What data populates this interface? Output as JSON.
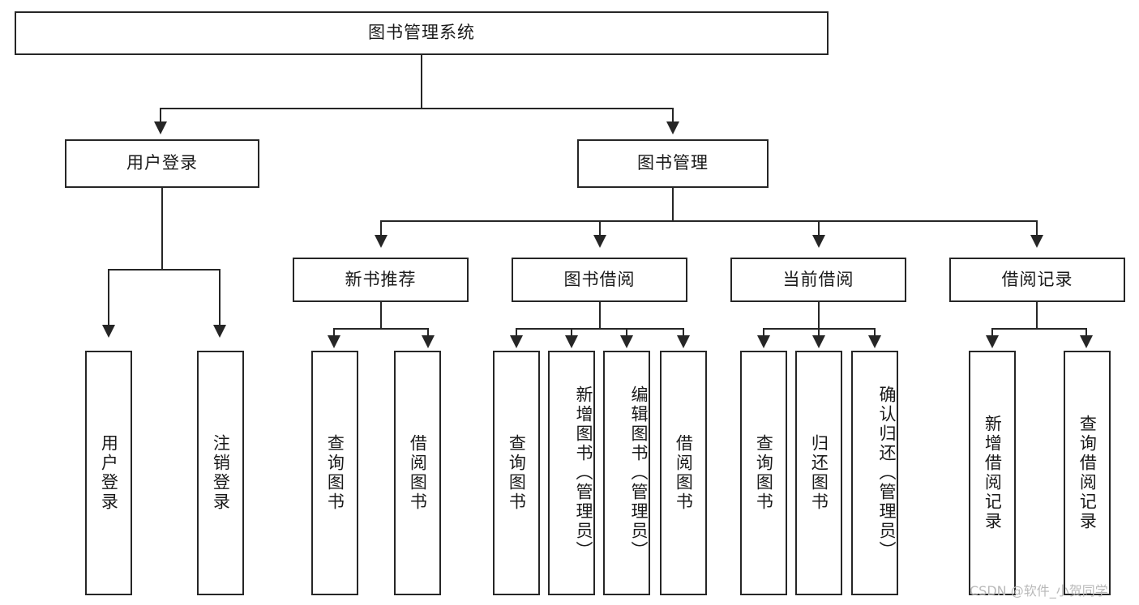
{
  "diagram": {
    "type": "tree-hierarchy-flowchart",
    "title": "图书管理系统",
    "root": {
      "id": "root",
      "label": "图书管理系统",
      "orientation": "horizontal"
    },
    "level1": [
      {
        "id": "user-login",
        "label": "用户登录",
        "orientation": "horizontal"
      },
      {
        "id": "book-management",
        "label": "图书管理",
        "orientation": "horizontal"
      }
    ],
    "level2": [
      {
        "id": "new-book-recommend",
        "label": "新书推荐",
        "parent": "book-management",
        "orientation": "horizontal"
      },
      {
        "id": "book-borrow",
        "label": "图书借阅",
        "parent": "book-management",
        "orientation": "horizontal"
      },
      {
        "id": "current-borrow",
        "label": "当前借阅",
        "parent": "book-management",
        "orientation": "horizontal"
      },
      {
        "id": "borrow-record",
        "label": "借阅记录",
        "parent": "book-management",
        "orientation": "horizontal"
      }
    ],
    "leaves": [
      {
        "id": "leaf-user-login",
        "label": "用户登录",
        "parent": "user-login",
        "orientation": "vertical"
      },
      {
        "id": "leaf-user-logout",
        "label": "注销登录",
        "parent": "user-login",
        "orientation": "vertical"
      },
      {
        "id": "leaf-query-book-1",
        "label": "查询图书",
        "parent": "new-book-recommend",
        "orientation": "vertical"
      },
      {
        "id": "leaf-borrow-book-1",
        "label": "借阅图书",
        "parent": "new-book-recommend",
        "orientation": "vertical"
      },
      {
        "id": "leaf-query-book-2",
        "label": "查询图书",
        "parent": "book-borrow",
        "orientation": "vertical"
      },
      {
        "id": "leaf-add-book",
        "label": "新增图书（管理员）",
        "parent": "book-borrow",
        "orientation": "vertical"
      },
      {
        "id": "leaf-edit-book",
        "label": "编辑图书（管理员）",
        "parent": "book-borrow",
        "orientation": "vertical"
      },
      {
        "id": "leaf-borrow-book-2",
        "label": "借阅图书",
        "parent": "book-borrow",
        "orientation": "vertical"
      },
      {
        "id": "leaf-query-book-3",
        "label": "查询图书",
        "parent": "current-borrow",
        "orientation": "vertical"
      },
      {
        "id": "leaf-return-book",
        "label": "归还图书",
        "parent": "current-borrow",
        "orientation": "vertical"
      },
      {
        "id": "leaf-confirm-return",
        "label": "确认归还（管理员）",
        "parent": "current-borrow",
        "orientation": "vertical"
      },
      {
        "id": "leaf-add-record",
        "label": "新增借阅记录",
        "parent": "borrow-record",
        "orientation": "vertical"
      },
      {
        "id": "leaf-query-record",
        "label": "查询借阅记录",
        "parent": "borrow-record",
        "orientation": "vertical"
      }
    ],
    "watermark": "CSDN @软件_小贺同学",
    "colors": {
      "stroke": "#262626",
      "fill": "#ffffff",
      "text": "#1a1a1a",
      "watermark": "#b9b9b9"
    }
  }
}
